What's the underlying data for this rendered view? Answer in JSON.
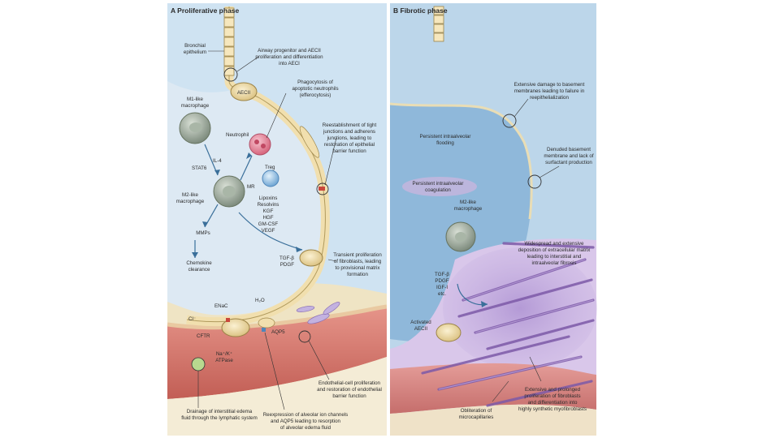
{
  "panel_a": {
    "title": "A  Proliferative phase",
    "labels": {
      "bronchial_epithelium": [
        "Bronchial",
        "epithelium"
      ],
      "airway_progenitor": [
        "Airway progenitor and AECII",
        "proliferation and differentiation",
        "into AECI"
      ],
      "aecii": "AECII",
      "phagocytosis": [
        "Phagocytosis of",
        "apoptotic neutrophils",
        "(efferocytosis)"
      ],
      "m1_macrophage": [
        "M1-like",
        "macrophage"
      ],
      "neutrophil": "Neutrophil",
      "tight_junctions": [
        "Reestablishment of tight",
        "junctions and adherens",
        "junctions, leading to",
        "restoration of epithelial",
        "barrier function"
      ],
      "il4": "IL-4",
      "stat6": "STAT6",
      "treg": "Treg",
      "mr": "MR",
      "m2_macrophage": [
        "M2-like",
        "macrophage"
      ],
      "mediators": [
        "Lipoxins",
        "Resolvins",
        "KGF",
        "HGF",
        "GM-CSF",
        "VEGF"
      ],
      "mmps": "MMPs",
      "chemokine": [
        "Chemokine",
        "clearance"
      ],
      "tgfb_pdgf": [
        "TGF-β",
        "PDGF"
      ],
      "fibroblast_prolif": [
        "Transient proliferation",
        "of fibroblasts, leading",
        "to provisional matrix",
        "formation"
      ],
      "enac": "ENaC",
      "h2o": "H₂O",
      "cl": "Cl⁻",
      "cftr": "CFTR",
      "aqp5": "AQP5",
      "na_k_atpase": [
        "Na⁺/K⁺",
        "ATPase"
      ],
      "endothelial": [
        "Endothelial-cell proliferation",
        "and restoration of endothelial",
        "barrier function"
      ],
      "drainage": [
        "Drainage of interstitial edema",
        "fluid through the lymphatic system"
      ],
      "reexpression": [
        "Reexpression of alveolar ion channels",
        "and AQP5 leading to resorption",
        "of alveolar edema fluid"
      ]
    }
  },
  "panel_b": {
    "title": "B  Fibrotic phase",
    "labels": {
      "basement_damage": [
        "Extensive damage to basement",
        "membranes leading to failure in",
        "reepithelialization"
      ],
      "flooding": [
        "Persistent intraalveolar",
        "flooding"
      ],
      "denuded": [
        "Denuded basement",
        "membrane and lack of",
        "surfactant production"
      ],
      "coagulation": [
        "Persistent intraalveolar",
        "coagulation"
      ],
      "m2_macrophage": [
        "M2-like",
        "macrophage"
      ],
      "matrix_deposition": [
        "Widespread and extensive",
        "deposition of extracellular matrix",
        "leading to interstitial and",
        "intraalveolar fibrosis"
      ],
      "growth_factors": [
        "TGF-β",
        "PDGF",
        "IGF-I",
        "etc."
      ],
      "activated_aecii": [
        "Activated",
        "AECII"
      ],
      "obliteration": [
        "Obliteration of",
        "microcapillaries"
      ],
      "fibroblast_prolonged": [
        "Extensive and prolonged",
        "proliferation of fibroblasts",
        "and differentiation into",
        "highly synthetic myofibroblasts"
      ]
    }
  },
  "colors": {
    "alveolar_fluid": "#c6dff0",
    "alveolar_fluid_dark": "#9cc3e1",
    "interstitium": "#f2ead3",
    "capillary_red": "#d9776b",
    "epithelium_cream": "#f3e3b3",
    "cell_outline": "#8a7a4a",
    "fibrosis_purple": "#8a6fb6",
    "macrophage_gray": "#8e9c8e"
  }
}
